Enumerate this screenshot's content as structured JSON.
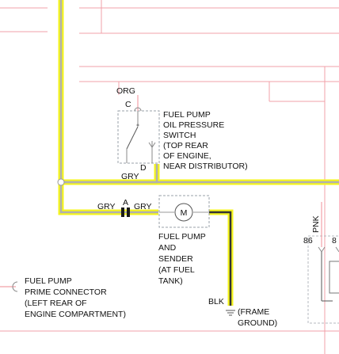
{
  "oil_pressure_switch": {
    "title_lines": [
      "FUEL PUMP",
      "OIL PRESSURE",
      "SWITCH",
      "(TOP REAR",
      "OF ENGINE,",
      "NEAR DISTRIBUTOR)"
    ],
    "terminal_c": "C",
    "terminal_c_wire": "ORG",
    "terminal_d": "D",
    "terminal_d_wire": "GRY"
  },
  "fuel_pump": {
    "title_lines": [
      "FUEL PUMP",
      "AND",
      "SENDER",
      "(AT FUEL",
      "TANK)"
    ],
    "motor_symbol": "M",
    "connector_label": "A",
    "wire_in_left": "GRY",
    "wire_in_right": "GRY",
    "ground_wire": "BLK"
  },
  "ground": {
    "label_lines": [
      "(FRAME",
      "GROUND)"
    ]
  },
  "prime_connector": {
    "label_lines": [
      "FUEL PUMP",
      "PRIME CONNECTOR",
      "(LEFT REAR OF",
      "ENGINE COMPARTMENT)"
    ]
  },
  "relay": {
    "wire_label": "PNK",
    "pin_86": "86",
    "pin_partial": "8"
  },
  "colors": {
    "wire_highlight": "#f5f51e",
    "wire_core": "#b0b0b0",
    "ground_core": "#333333",
    "faded_wire": "#f2a0a8",
    "component_dash": "#9aa0a8"
  }
}
